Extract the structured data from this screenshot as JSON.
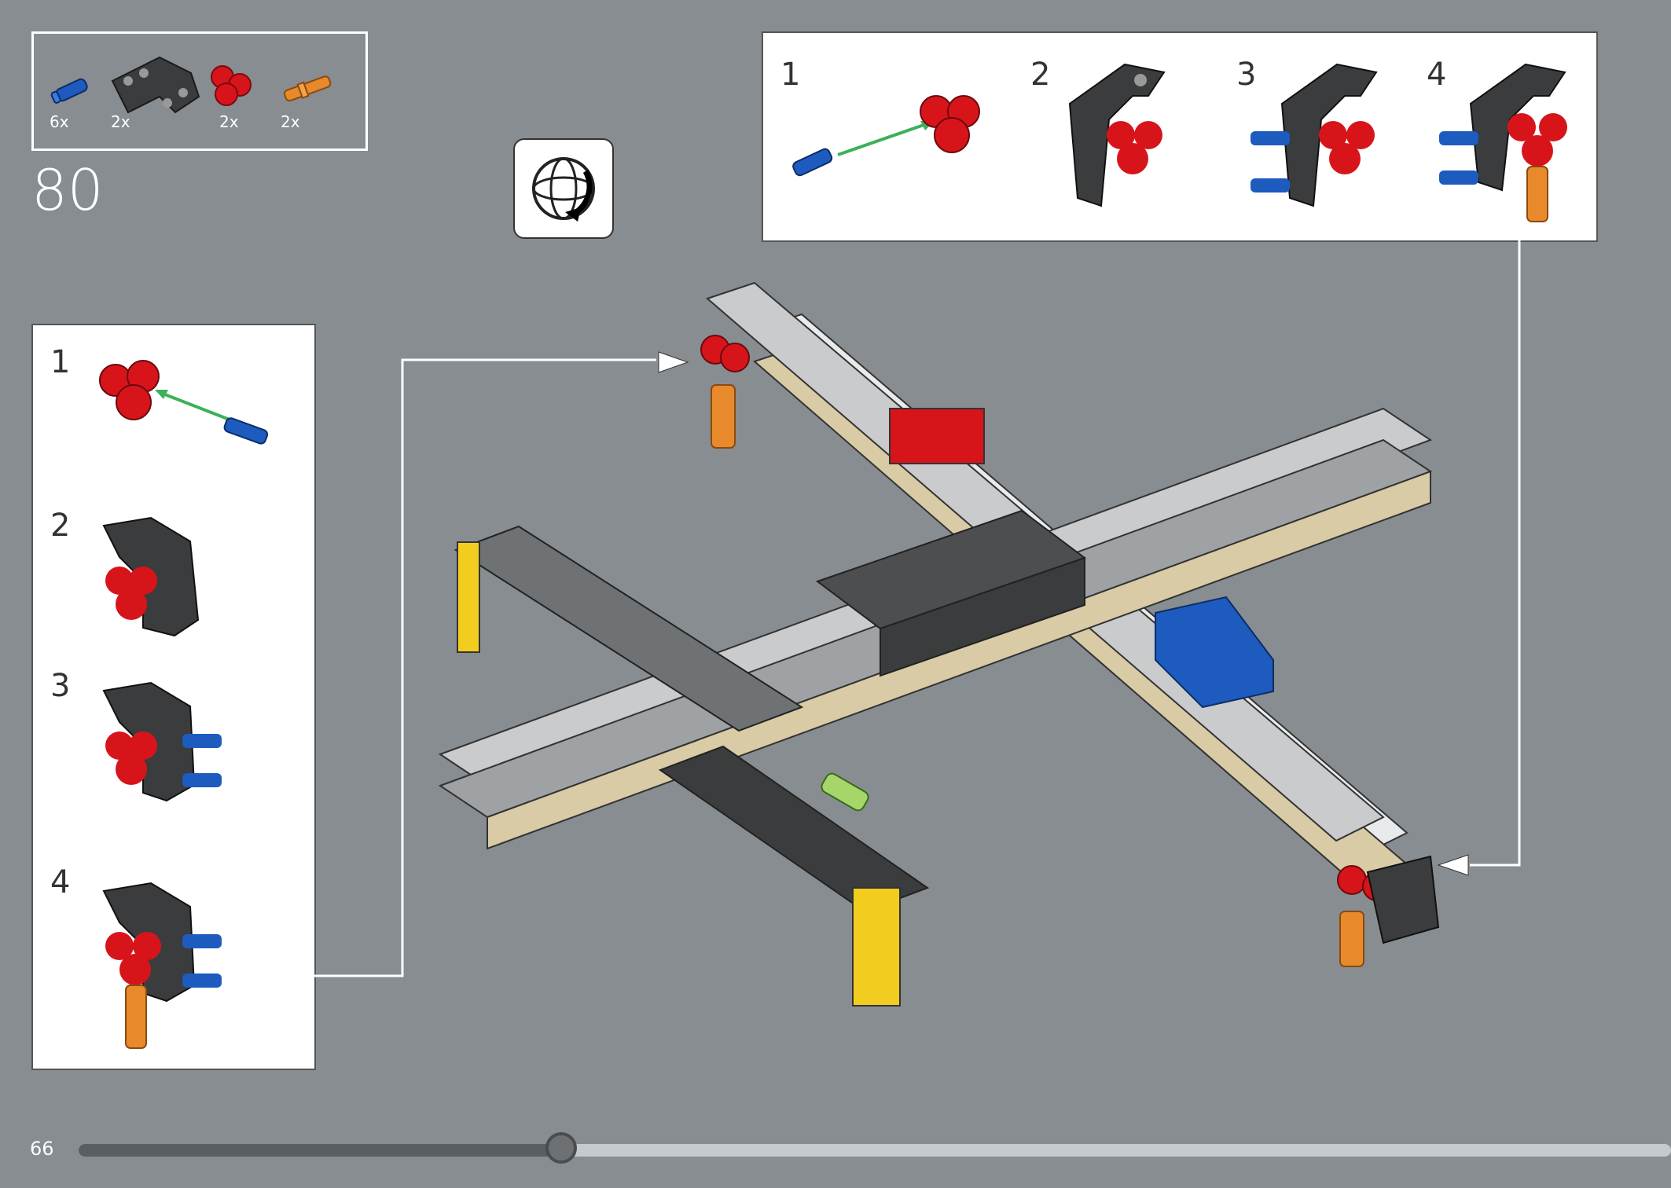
{
  "parts_list": {
    "items": [
      {
        "name": "blue-pin-icon",
        "qty": "6x"
      },
      {
        "name": "black-bent-liftarm-icon",
        "qty": "2x"
      },
      {
        "name": "red-double-connector-icon",
        "qty": "2x"
      },
      {
        "name": "orange-axle-pin-icon",
        "qty": "2x"
      }
    ]
  },
  "step": {
    "number": "80"
  },
  "rotate_hint": {
    "icon": "rotate-model-icon"
  },
  "subassembly_top": {
    "steps": [
      "1",
      "2",
      "3",
      "4"
    ]
  },
  "subassembly_left": {
    "steps": [
      "1",
      "2",
      "3",
      "4"
    ]
  },
  "footer": {
    "page_number": "66",
    "progress": 0.303
  },
  "colors": {
    "background": "#878d90",
    "red": "#d8141b",
    "blue": "#1d5bbf",
    "orange": "#e88a2b",
    "black_part": "#3a3c3e",
    "light_gray": "#c9cbcd",
    "dark_gray": "#6f7275",
    "tan": "#d8cba5",
    "yellow": "#f2cd1f",
    "green_arrow": "#3cb15a"
  }
}
